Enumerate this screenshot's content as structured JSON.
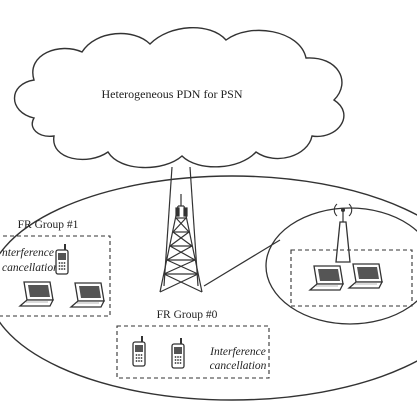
{
  "cloud": {
    "label": "Heterogeneous PDN for PSN"
  },
  "groups": {
    "fr1": {
      "label": "FR Group #1",
      "note_line1": "nterference",
      "note_line2": "cancellation"
    },
    "fr0": {
      "label": "FR Group #0",
      "note_line1": "Interference",
      "note_line2": "cancellation"
    }
  },
  "icons": {
    "tower": "cell-tower-icon",
    "antenna": "antenna-icon",
    "laptop": "laptop-icon",
    "phone": "mobile-phone-icon"
  },
  "colors": {
    "line": "#333333",
    "fill_dark": "#444444",
    "background": "#ffffff"
  }
}
